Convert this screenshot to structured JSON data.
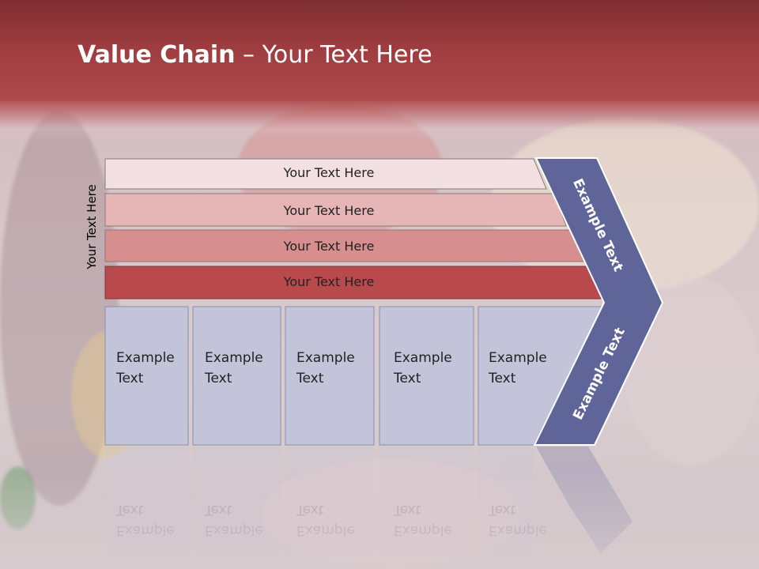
{
  "title": {
    "bold": "Value Chain",
    "rest": " – Your Text Here"
  },
  "vertical_label": "Your Text Here",
  "bars": [
    {
      "label": "Your Text Here",
      "color": "#f3e0e2"
    },
    {
      "label": "Your Text Here",
      "color": "#e6b5b6"
    },
    {
      "label": "Your Text Here",
      "color": "#d78e8f"
    },
    {
      "label": "Your Text Here",
      "color": "#b84a4d"
    }
  ],
  "boxes": [
    {
      "label": "Example\nText"
    },
    {
      "label": "Example\nText"
    },
    {
      "label": "Example\nText"
    },
    {
      "label": "Example\nText"
    },
    {
      "label": "Example\nText"
    }
  ],
  "chevron": {
    "upper": "Example Text",
    "lower": "Example Text",
    "color": "#5f6499"
  },
  "box_color": "#c3c4da"
}
